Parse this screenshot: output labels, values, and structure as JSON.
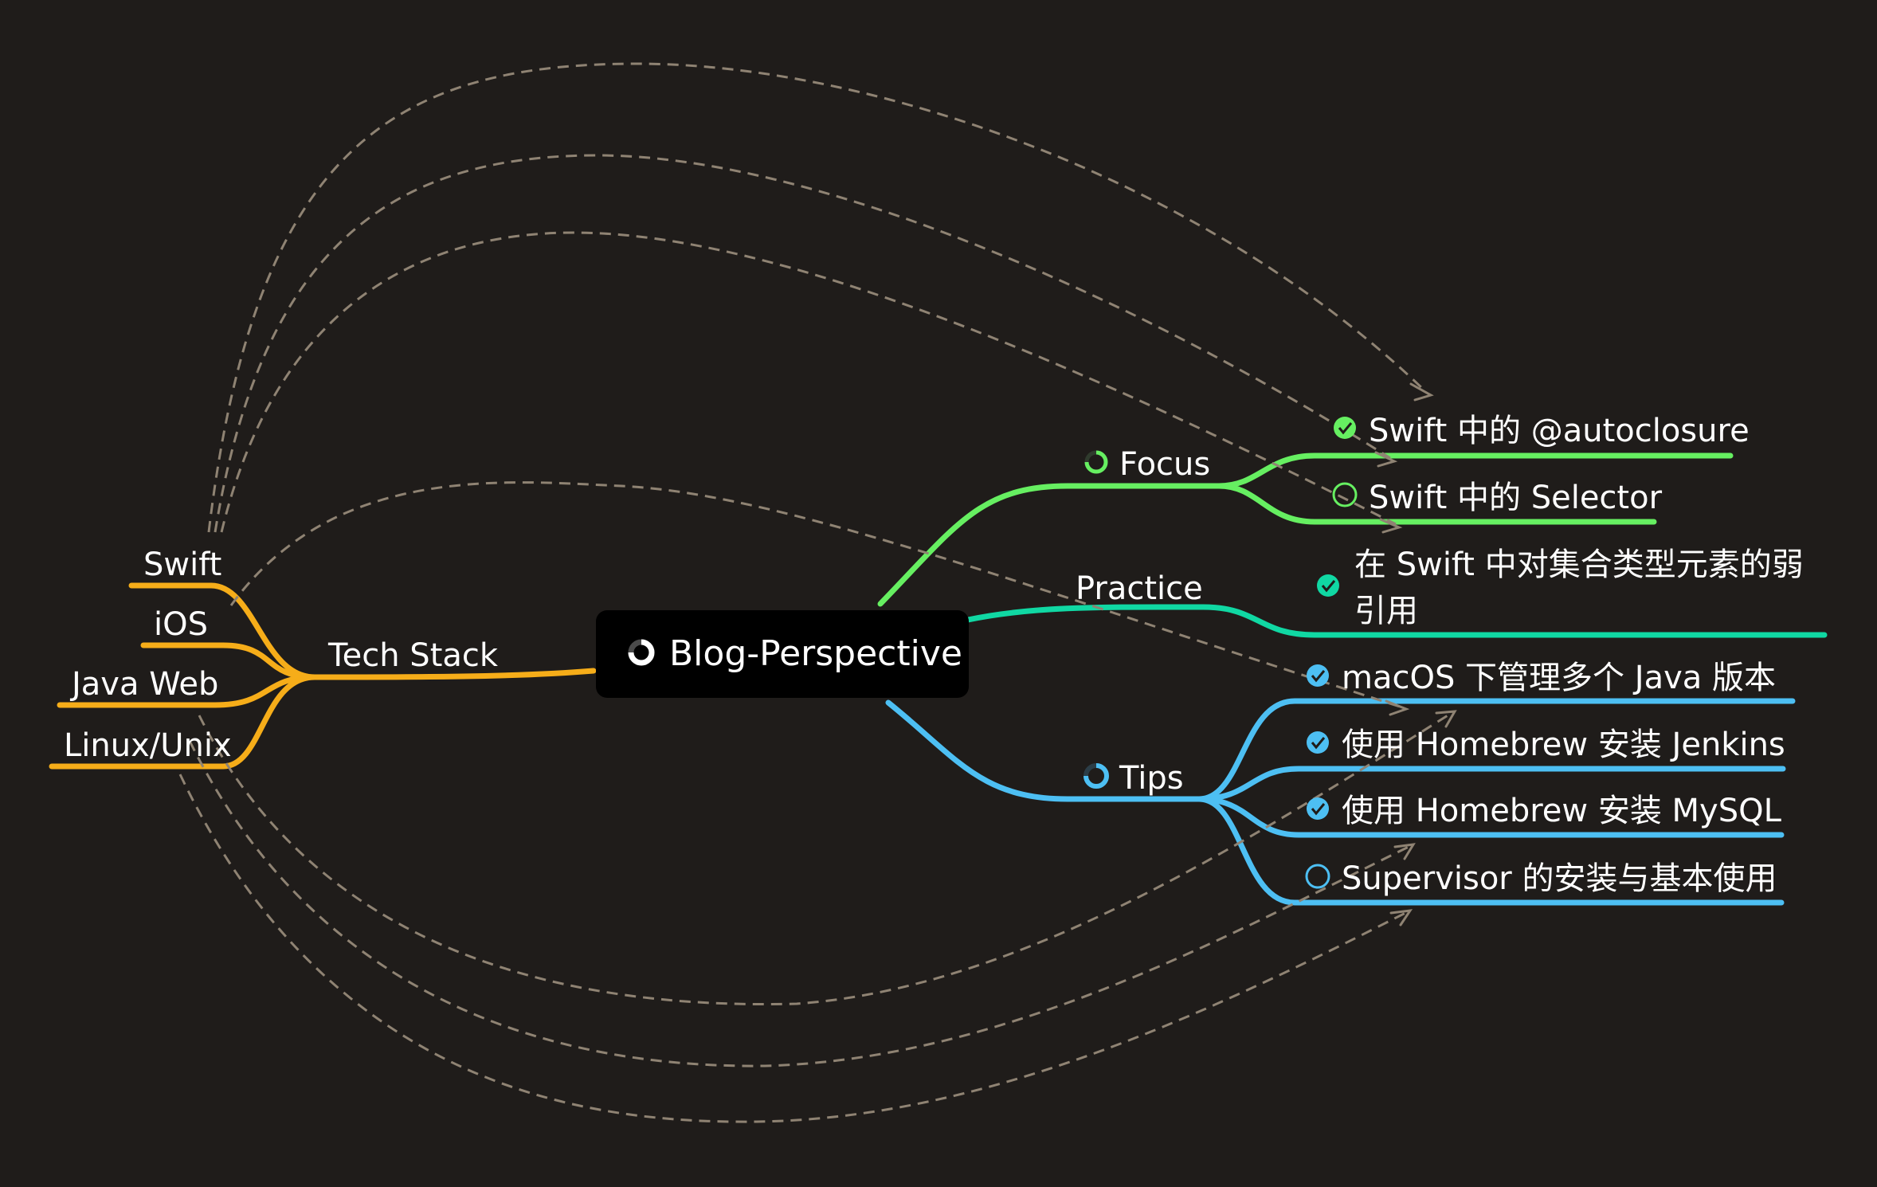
{
  "colors": {
    "background": "#1f1c1a",
    "tech": "#f6ad19",
    "focus": "#66ef61",
    "practice": "#10d8a3",
    "tips": "#4dbff3",
    "relation": "#8f8373",
    "root_bg": "#000000"
  },
  "root": {
    "label": "Blog-Perspective",
    "icon": "progress-ring-icon"
  },
  "left": {
    "label": "Tech Stack",
    "children": [
      "Swift",
      "iOS",
      "Java Web",
      "Linux/Unix"
    ]
  },
  "focus": {
    "label": "Focus",
    "icon": "progress-ring-icon",
    "children": [
      {
        "label": "Swift 中的 @autoclosure",
        "done": true
      },
      {
        "label": "Swift 中的 Selector",
        "done": false
      }
    ]
  },
  "practice": {
    "label": "Practice",
    "children": [
      {
        "line1": "在 Swift 中对集合类型元素的弱",
        "line2": "引用",
        "done": true
      }
    ]
  },
  "tips": {
    "label": "Tips",
    "icon": "progress-ring-icon",
    "children": [
      {
        "label": "macOS 下管理多个 Java 版本",
        "done": true
      },
      {
        "label": "使用 Homebrew 安装 Jenkins",
        "done": true
      },
      {
        "label": "使用 Homebrew 安装 MySQL",
        "done": true
      },
      {
        "label": "Supervisor 的安装与基本使用",
        "done": false
      }
    ]
  }
}
